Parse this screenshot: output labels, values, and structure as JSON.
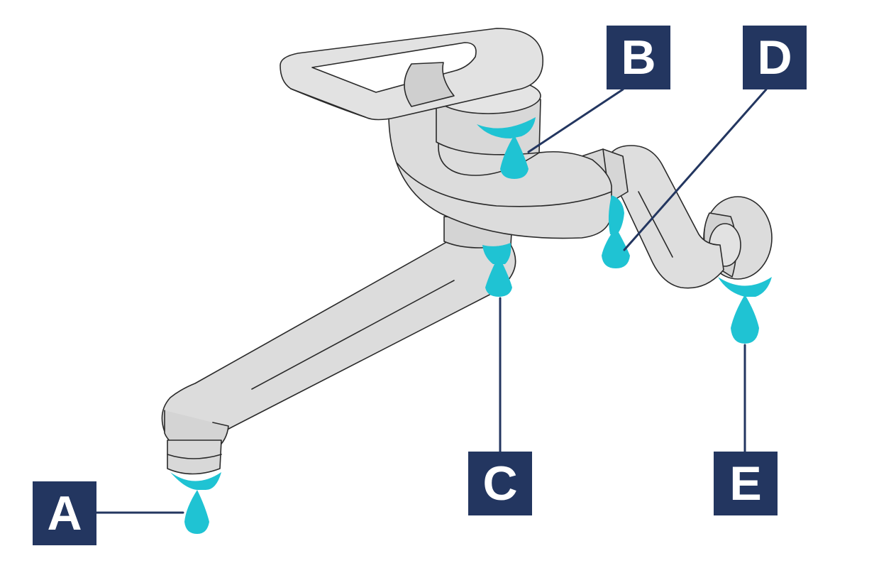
{
  "labels": {
    "a": "A",
    "b": "B",
    "c": "C",
    "d": "D",
    "e": "E"
  },
  "colors": {
    "label_background": "#233660",
    "label_text": "#ffffff",
    "water_drop": "#1fc3d3",
    "faucet_body": "#dcdcdc",
    "faucet_outline": "#2a2a2a",
    "leader_line": "#233660"
  }
}
